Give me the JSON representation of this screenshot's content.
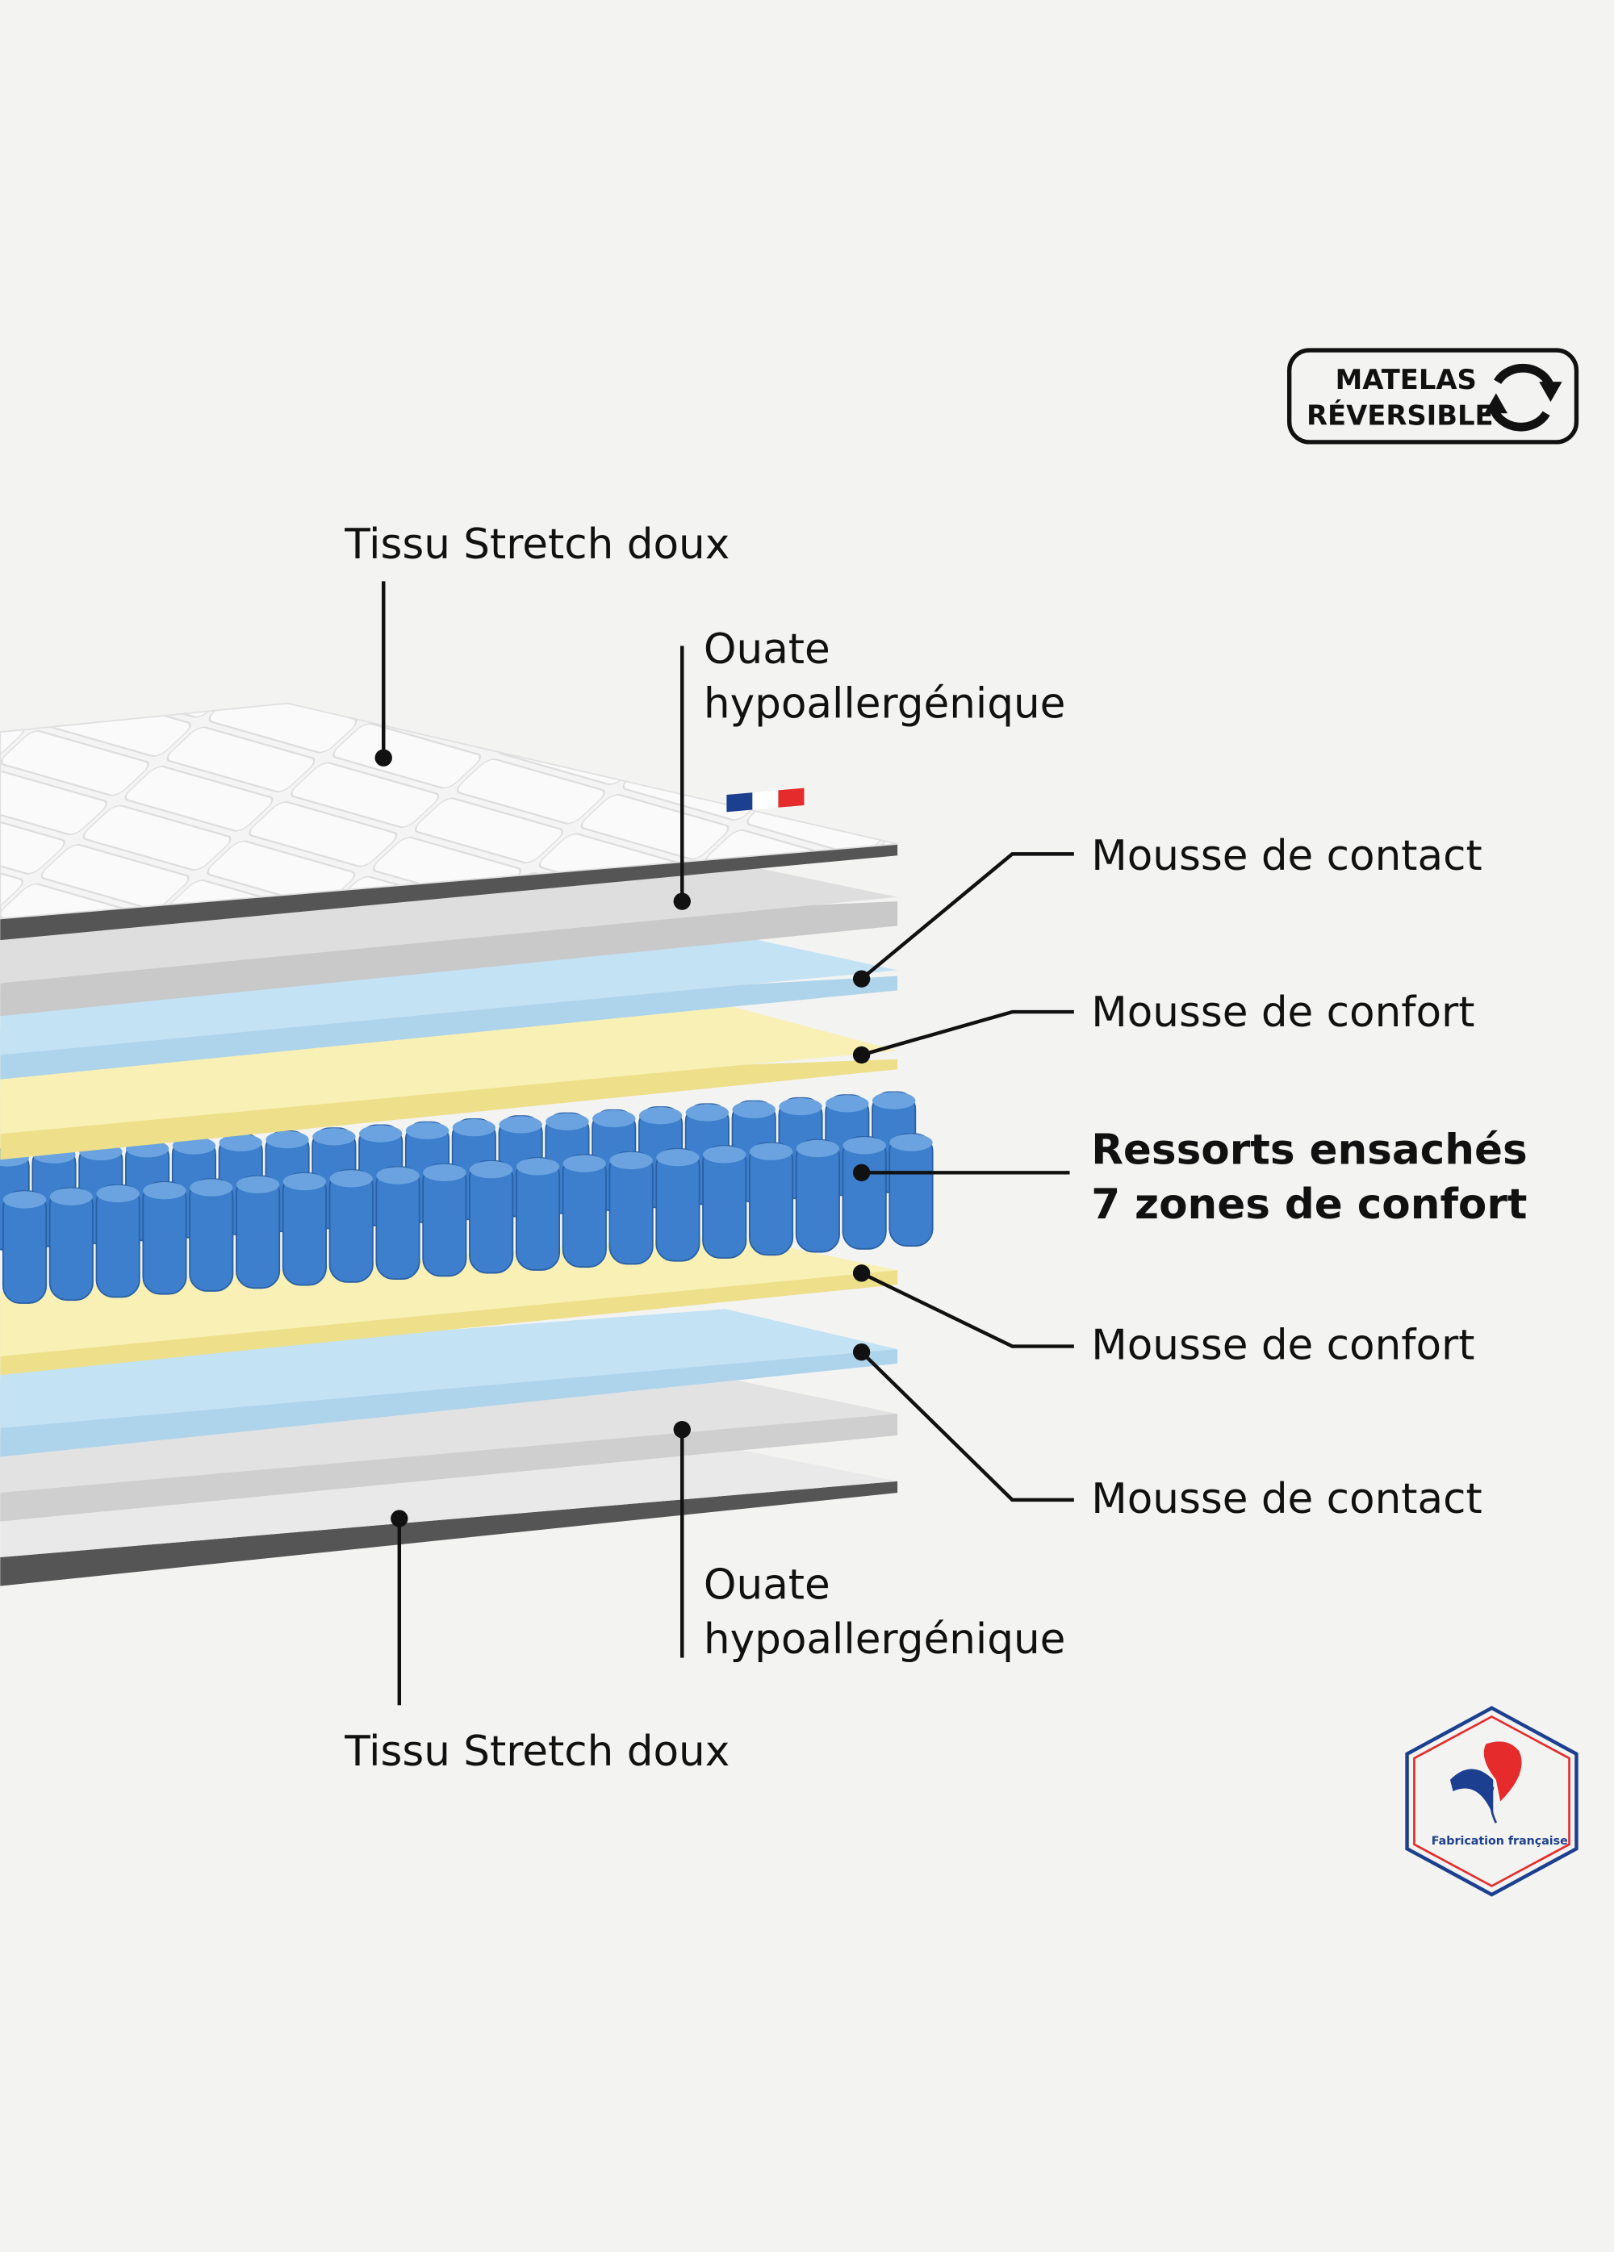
{
  "badge": {
    "line1": "MATELAS",
    "line2": "RÉVERSIBLE",
    "icon": "reverse-arrows-icon"
  },
  "labels": {
    "top_fabric": "Tissu Stretch doux",
    "top_ouate_1": "Ouate",
    "top_ouate_2": "hypoallergénique",
    "top_contact": "Mousse de contact",
    "top_confort": "Mousse de confort",
    "springs_1": "Ressorts ensachés",
    "springs_2": "7 zones de confort",
    "bottom_confort": "Mousse de confort",
    "bottom_contact": "Mousse de contact",
    "bottom_ouate_1": "Ouate",
    "bottom_ouate_2": "hypoallergénique",
    "bottom_fabric": "Tissu Stretch doux"
  },
  "logo": {
    "text": "Fabrication française"
  },
  "colors": {
    "blue_foam": "#bfe0f3",
    "yellow_foam": "#f7eeb0",
    "springs": "#3d7fcc",
    "ouate": "#d7d7d7",
    "flag_blue": "#1d3f8f",
    "flag_red": "#e52b2b"
  }
}
